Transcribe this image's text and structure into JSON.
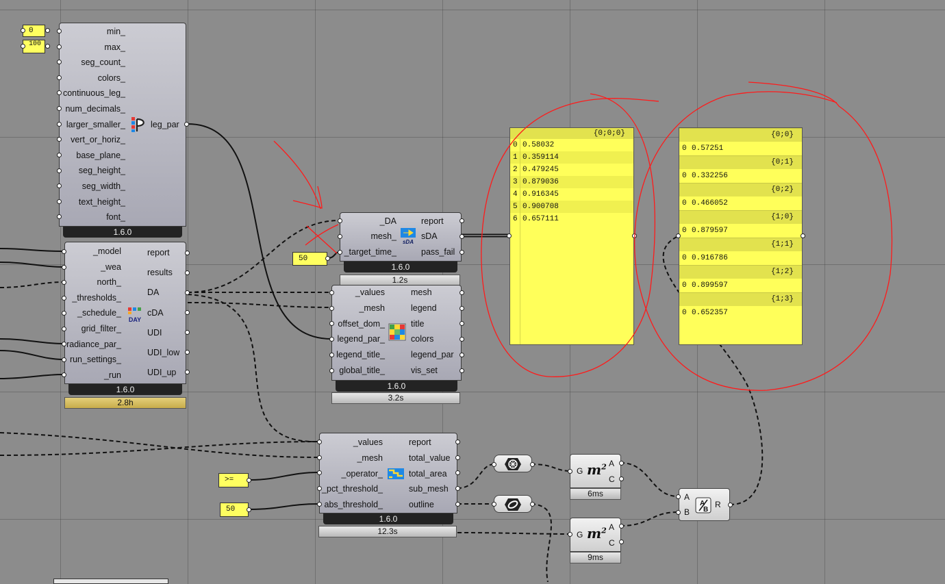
{
  "legend_params": {
    "inputs": [
      "min_",
      "max_",
      "seg_count_",
      "colors_",
      "continuous_leg_",
      "num_decimals_",
      "larger_smaller_",
      "vert_or_horiz_",
      "base_plane_",
      "seg_height_",
      "seg_width_",
      "text_height_",
      "font_"
    ],
    "outputs": [
      "leg_par"
    ],
    "version": "1.6.0",
    "min_value": "0",
    "max_value": "100"
  },
  "daylight_metrics": {
    "inputs": [
      "_model",
      "_wea",
      "north_",
      "_thresholds_",
      "_schedule_",
      "grid_filter_",
      "radiance_par_",
      "run_settings_",
      "_run"
    ],
    "outputs": [
      "report",
      "results",
      "DA",
      "cDA",
      "UDI",
      "UDI_low",
      "UDI_up"
    ],
    "version": "1.6.0",
    "time": "2.8h",
    "icon_label": "DAY"
  },
  "sda": {
    "inputs": [
      "_DA",
      "mesh_",
      "_target_time_"
    ],
    "outputs": [
      "report",
      "sDA",
      "pass_fail"
    ],
    "version": "1.6.0",
    "time": "1.2s",
    "target_value": "50",
    "icon_label": "sDA"
  },
  "spatial_heatmap": {
    "inputs": [
      "_values",
      "_mesh",
      "offset_dom_",
      "legend_par_",
      "legend_title_",
      "global_title_"
    ],
    "outputs": [
      "mesh",
      "legend",
      "title",
      "colors",
      "legend_par",
      "vis_set"
    ],
    "version": "1.6.0",
    "time": "3.2s"
  },
  "threshold_filter": {
    "inputs": [
      "_values",
      "_mesh",
      "_operator_",
      "_pct_threshold_",
      "abs_threshold_"
    ],
    "outputs": [
      "report",
      "total_value",
      "total_area",
      "sub_mesh",
      "outline"
    ],
    "version": "1.6.0",
    "time": "12.3s",
    "operator_value": ">=",
    "abs_value": "50"
  },
  "panel1": {
    "header": "{0;0;0}",
    "rows": [
      {
        "i": "0",
        "v": "0.58032"
      },
      {
        "i": "1",
        "v": "0.359114"
      },
      {
        "i": "2",
        "v": "0.479245"
      },
      {
        "i": "3",
        "v": "0.879036"
      },
      {
        "i": "4",
        "v": "0.916345"
      },
      {
        "i": "5",
        "v": "0.900708"
      },
      {
        "i": "6",
        "v": "0.657111"
      }
    ]
  },
  "panel2": {
    "groups": [
      {
        "h": "{0;0}",
        "i": "0",
        "v": "0.57251"
      },
      {
        "h": "{0;1}",
        "i": "0",
        "v": "0.332256"
      },
      {
        "h": "{0;2}",
        "i": "0",
        "v": "0.466052"
      },
      {
        "h": "{1;0}",
        "i": "0",
        "v": "0.879597"
      },
      {
        "h": "{1;1}",
        "i": "0",
        "v": "0.916786"
      },
      {
        "h": "{1;2}",
        "i": "0",
        "v": "0.899597"
      },
      {
        "h": "{1;3}",
        "i": "0",
        "v": "0.652357"
      }
    ]
  },
  "area1": {
    "in": "G",
    "outs": [
      "A",
      "C"
    ],
    "time": "6ms"
  },
  "area2": {
    "in": "G",
    "outs": [
      "A",
      "C"
    ],
    "time": "9ms"
  },
  "division": {
    "ins": [
      "A",
      "B"
    ],
    "out": "R"
  },
  "colors": {
    "panel": "#ffff5a",
    "annotation": "#ff1a1a",
    "canvas": "#8c8c8c"
  }
}
